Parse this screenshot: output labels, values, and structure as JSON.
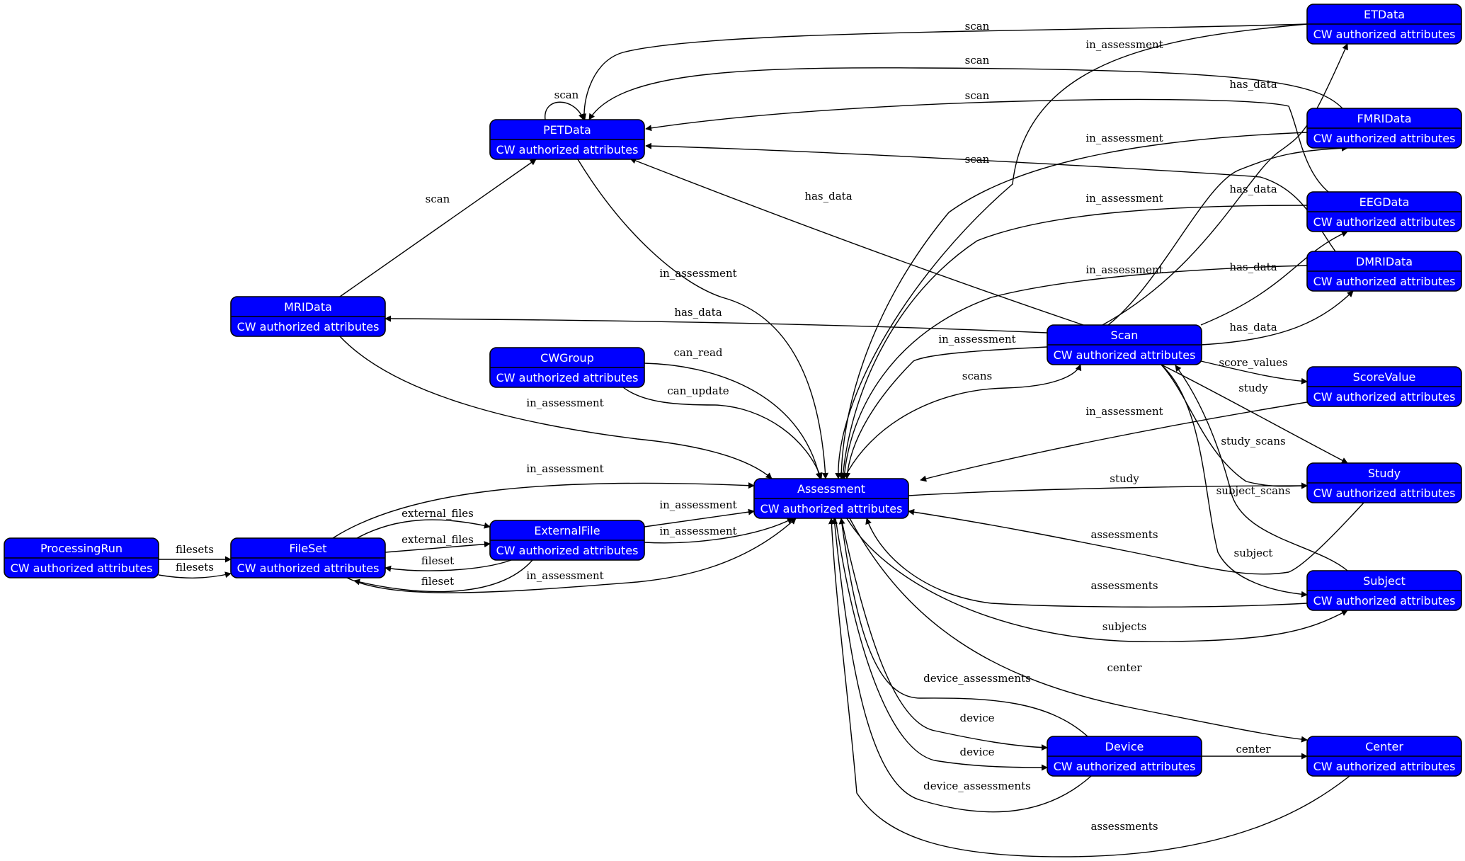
{
  "colors": {
    "node_fill": "#0000ff",
    "node_stroke": "#000000",
    "node_text": "#ffffff",
    "edge": "#000000",
    "background": "#ffffff"
  },
  "nodes": [
    {
      "id": "ETData",
      "title": "ETData",
      "attributes": "CW authorized attributes"
    },
    {
      "id": "FMRIData",
      "title": "FMRIData",
      "attributes": "CW authorized attributes"
    },
    {
      "id": "EEGData",
      "title": "EEGData",
      "attributes": "CW authorized attributes"
    },
    {
      "id": "DMRIData",
      "title": "DMRIData",
      "attributes": "CW authorized attributes"
    },
    {
      "id": "PETData",
      "title": "PETData",
      "attributes": "CW authorized attributes"
    },
    {
      "id": "MRIData",
      "title": "MRIData",
      "attributes": "CW authorized attributes"
    },
    {
      "id": "CWGroup",
      "title": "CWGroup",
      "attributes": "CW authorized attributes"
    },
    {
      "id": "Scan",
      "title": "Scan",
      "attributes": "CW authorized attributes"
    },
    {
      "id": "ScoreValue",
      "title": "ScoreValue",
      "attributes": "CW authorized attributes"
    },
    {
      "id": "Study",
      "title": "Study",
      "attributes": "CW authorized attributes"
    },
    {
      "id": "Assessment",
      "title": "Assessment",
      "attributes": "CW authorized attributes"
    },
    {
      "id": "ProcessingRun",
      "title": "ProcessingRun",
      "attributes": "CW authorized attributes"
    },
    {
      "id": "FileSet",
      "title": "FileSet",
      "attributes": "CW authorized attributes"
    },
    {
      "id": "ExternalFile",
      "title": "ExternalFile",
      "attributes": "CW authorized attributes"
    },
    {
      "id": "Subject",
      "title": "Subject",
      "attributes": "CW authorized attributes"
    },
    {
      "id": "Device",
      "title": "Device",
      "attributes": "CW authorized attributes"
    },
    {
      "id": "Center",
      "title": "Center",
      "attributes": "CW authorized attributes"
    }
  ],
  "edges": [
    {
      "id": "e1",
      "label": "scan"
    },
    {
      "id": "e2",
      "label": "scan"
    },
    {
      "id": "e3",
      "label": "scan"
    },
    {
      "id": "e4",
      "label": "scan"
    },
    {
      "id": "e5",
      "label": "scan"
    },
    {
      "id": "e6",
      "label": "scan"
    },
    {
      "id": "e7",
      "label": "in_assessment"
    },
    {
      "id": "e8",
      "label": "in_assessment"
    },
    {
      "id": "e9",
      "label": "in_assessment"
    },
    {
      "id": "e10",
      "label": "in_assessment"
    },
    {
      "id": "e11",
      "label": "in_assessment"
    },
    {
      "id": "e12",
      "label": "in_assessment"
    },
    {
      "id": "e13",
      "label": "in_assessment"
    },
    {
      "id": "e14",
      "label": "in_assessment"
    },
    {
      "id": "e15",
      "label": "in_assessment"
    },
    {
      "id": "e16",
      "label": "in_assessment"
    },
    {
      "id": "e17",
      "label": "in_assessment"
    },
    {
      "id": "e18",
      "label": "in_assessment"
    },
    {
      "id": "e19",
      "label": "has_data"
    },
    {
      "id": "e20",
      "label": "has_data"
    },
    {
      "id": "e21",
      "label": "has_data"
    },
    {
      "id": "e22",
      "label": "has_data"
    },
    {
      "id": "e23",
      "label": "has_data"
    },
    {
      "id": "e24",
      "label": "has_data"
    },
    {
      "id": "e25",
      "label": "can_read"
    },
    {
      "id": "e26",
      "label": "can_update"
    },
    {
      "id": "e27",
      "label": "scans"
    },
    {
      "id": "e28",
      "label": "score_values"
    },
    {
      "id": "e29",
      "label": "study"
    },
    {
      "id": "e30",
      "label": "study_scans"
    },
    {
      "id": "e31",
      "label": "study"
    },
    {
      "id": "e32",
      "label": "subject_scans"
    },
    {
      "id": "e33",
      "label": "subject"
    },
    {
      "id": "e34",
      "label": "assessments"
    },
    {
      "id": "e35",
      "label": "assessments"
    },
    {
      "id": "e36",
      "label": "subjects"
    },
    {
      "id": "e37",
      "label": "center"
    },
    {
      "id": "e38",
      "label": "device_assessments"
    },
    {
      "id": "e39",
      "label": "device"
    },
    {
      "id": "e40",
      "label": "device"
    },
    {
      "id": "e41",
      "label": "device_assessments"
    },
    {
      "id": "e42",
      "label": "assessments"
    },
    {
      "id": "e43",
      "label": "center"
    },
    {
      "id": "e44",
      "label": "filesets"
    },
    {
      "id": "e45",
      "label": "filesets"
    },
    {
      "id": "e46",
      "label": "external_files"
    },
    {
      "id": "e47",
      "label": "external_files"
    },
    {
      "id": "e48",
      "label": "fileset"
    },
    {
      "id": "e49",
      "label": "fileset"
    }
  ]
}
